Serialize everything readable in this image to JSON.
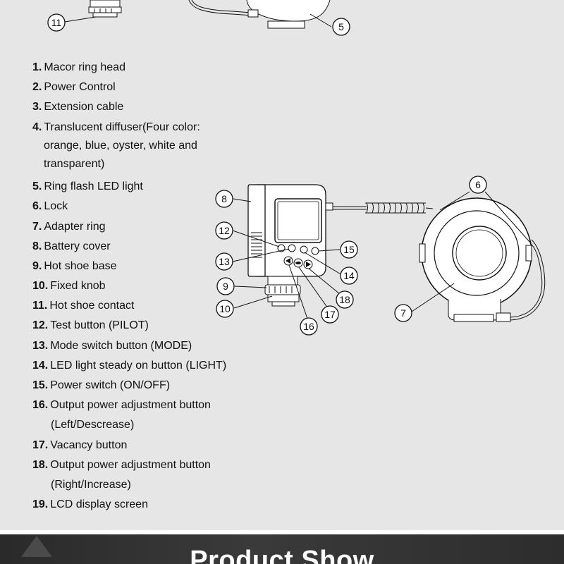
{
  "parts": [
    {
      "num": "1.",
      "label": "Macor ring head"
    },
    {
      "num": "2.",
      "label": "Power Control"
    },
    {
      "num": "3.",
      "label": "Extension cable"
    },
    {
      "num": "4.",
      "label": "Translucent diffuser(Four color:",
      "cont": [
        "orange, blue, oyster, white and",
        "transparent)"
      ]
    },
    {
      "num": "5.",
      "label": "Ring flash LED light"
    },
    {
      "num": "6.",
      "label": "Lock"
    },
    {
      "num": "7.",
      "label": "Adapter ring"
    },
    {
      "num": "8.",
      "label": "Battery cover"
    },
    {
      "num": "9.",
      "label": "Hot shoe base"
    },
    {
      "num": "10.",
      "label": "Fixed knob"
    },
    {
      "num": "11.",
      "label": "Hot shoe contact"
    },
    {
      "num": "12.",
      "label": "Test button (PILOT)"
    },
    {
      "num": "13.",
      "label": "Mode switch button (MODE)"
    },
    {
      "num": "14.",
      "label": "LED light steady on button (LIGHT)"
    },
    {
      "num": "15.",
      "label": "Power switch (ON/OFF)"
    },
    {
      "num": "16.",
      "label": "Output power adjustment button",
      "cont": [
        "(Left/Descrease)"
      ]
    },
    {
      "num": "17.",
      "label": "Vacancy button"
    },
    {
      "num": "18.",
      "label": "Output power adjustment button",
      "cont": [
        "(Right/Increase)"
      ]
    },
    {
      "num": "19.",
      "label": "LCD display screen"
    }
  ],
  "callouts": {
    "c5": "5",
    "c6": "6",
    "c7": "7",
    "c8": "8",
    "c9": "9",
    "c10": "10",
    "c11": "11",
    "c12": "12",
    "c13": "13",
    "c14": "14",
    "c15": "15",
    "c16": "16",
    "c17": "17",
    "c18": "18"
  },
  "banner": {
    "title": "Product Show"
  },
  "colors": {
    "background": "#e6e6e6",
    "banner": "#333333",
    "ink": "#111111"
  }
}
